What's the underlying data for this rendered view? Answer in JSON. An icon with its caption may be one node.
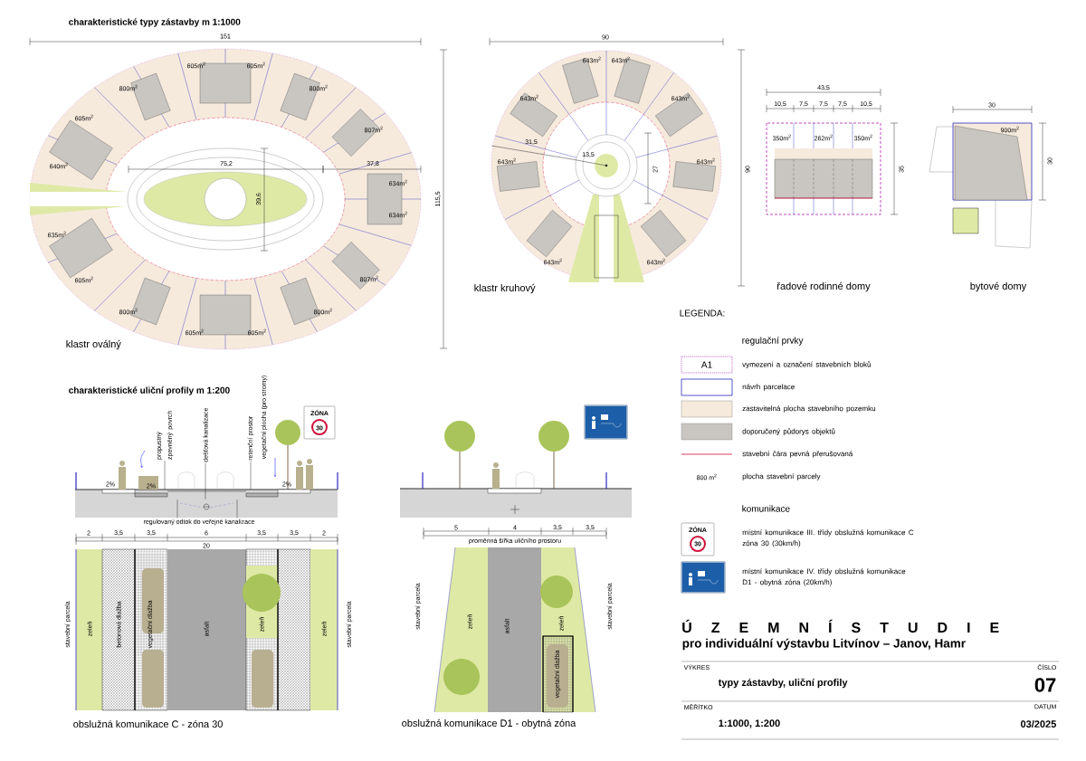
{
  "diagram": {
    "title": "Ú Z E M N Í S T U D I E",
    "nodes": [
      {
        "text": [
          "propustný zpevněný povrch"
        ]
      },
      {
        "text": [
          "dešťová kanalizace"
        ]
      },
      {
        "text": [
          "retenční prostor"
        ]
      },
      {
        "text": [
          "regulovaný odtok do veřejné kanalizace"
        ]
      },
      {
        "text": [],
        "shape": "picture"
      }
    ],
    "edges": [
      {
        "from": 0,
        "to": 4,
        "arrow": "none"
      },
      {
        "from": 1,
        "to": 4,
        "arrow": "none"
      },
      {
        "from": 2,
        "to": 4,
        "arrow": "none"
      },
      {
        "from": 3,
        "to": 4,
        "arrow": "none"
      },
      {
        "from": 3,
        "to": 4,
        "arrow": "none"
      }
    ],
    "labels": [
      "charakteristické typy zástavby m 1:1000",
      "151",
      "115,5",
      "605m$^{2}$",
      "605m$^{2}$",
      "800m$^{2}$",
      "800m$^{2}$",
      "605m$^{2}$",
      "807m$^{2}$",
      "640m$^{2}$",
      "75,2",
      "37,8",
      "634m$^{2}$",
      "39,6",
      "634m$^{2}$",
      "635m$^{2}$",
      "605m$^{2}$",
      "807m$^{2}$",
      "800m$^{2}$",
      "800m$^{2}$",
      "605m$^{2}$",
      "605m$^{2}$",
      "klastr oválný",
      "90",
      "643m$^{2}$",
      "643m$^{2}$",
      "643m$^{2}$",
      "643m$^{2}$",
      "31,5",
      "13,5",
      "643m$^{2}$",
      "643m$^{2}$",
      "27",
      "90",
      "643m$^{2}$",
      "643m$^{2}$",
      "klastr kruhový",
      "43,5",
      "10,5",
      "7,5",
      "7,5",
      "7,5",
      "10,5",
      "30",
      "900m$^{2}$",
      "350m$^{2}$",
      "262m$^{2}$",
      "350m$^{2}$",
      "35",
      "30",
      "řadové rodinné domy",
      "bytové domy",
      "LEGENDA:",
      "regulační prvky",
      "A1",
      "800 m$^{2}$",
      "komunikace",
      "ZÓNA",
      "30",
      "pro individuální výstavbu Litvínov – Janov, Hamr",
      "VÝKRES",
      "ČÍSLO",
      "typy zástavby, uliční profily",
      "07",
      "MĚŘÍTKO",
      "DATUM",
      "1:1000, 1:200",
      "03/2025",
      "charakteristické uliční profily m 1:200",
      "ZÓNA",
      "30",
      "vegetační plocha (pro stromy)",
      "2%",
      "2%",
      "2%",
      "2",
      "3,5",
      "3,5",
      "6",
      "3,5",
      "3,5",
      "2",
      "20",
      "5",
      "4",
      "3,5",
      "3,5",
      "proměnná šířka uličního prostoru",
      "stavební parcela",
      "zeleň",
      "betonová dlažba",
      "vegetační dlažba",
      "asfalt",
      "zeleň",
      "zeleň",
      "stavební parcela",
      "stavební parcela",
      "zeleň",
      "asfalt",
      "zeleň",
      "vegetační dlažba",
      "stavební parcela",
      "obslužná komunikace C - zóna 30",
      "obslužná komunikace D1 - obytná zóna"
    ],
    "legend": [
      {
        "text": "vymezení a označení stavebních bloků"
      },
      {
        "text": "návrh parcelace"
      },
      {
        "text": "zastavitelná plocha stavebního pozemku",
        "color": "#f6eadd"
      },
      {
        "text": "doporučený půdorys objektů",
        "color": "#c9c6c1"
      },
      {
        "text": "stavební čára pevná přerušovaná"
      },
      {
        "text": "plocha stavební parcely"
      },
      {
        "text": "místní komunikace III. třídy obslužná komunikace C zóna 30 (30km/h)"
      },
      {
        "text": "místní komunikace IV. třídy obslužná komunikace D1 - obytná zóna (20km/h)"
      }
    ]
  }
}
